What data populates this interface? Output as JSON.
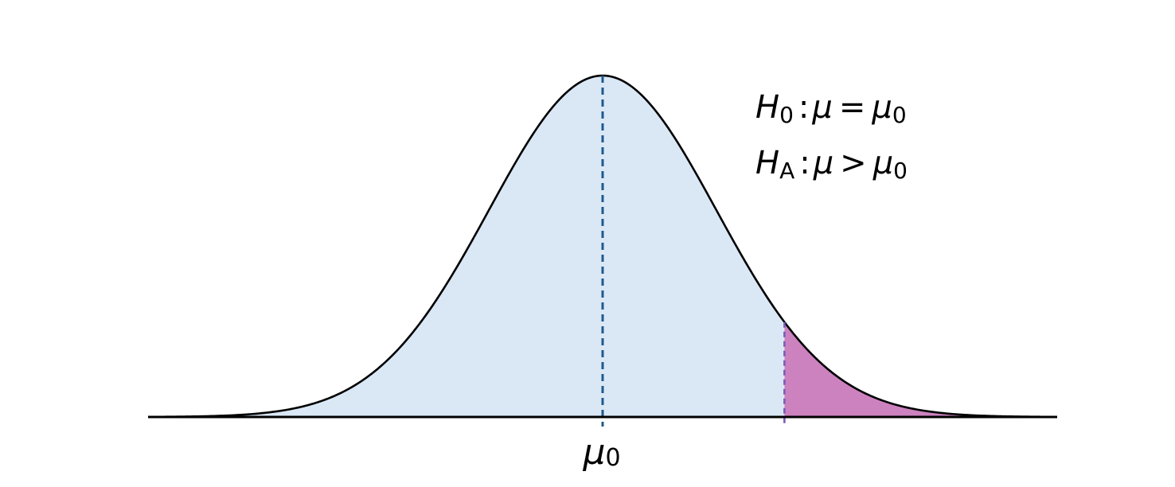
{
  "diagram": {
    "type": "normal-distribution-right-tailed-test",
    "null_mean_label": {
      "symbol": "μ",
      "subscript": "0"
    },
    "hypotheses": {
      "null": {
        "H": "H",
        "H_sub": "0",
        "colon": ":",
        "mu": "μ",
        "relation": "=",
        "mu0": "μ",
        "mu0_sub": "0"
      },
      "alternative": {
        "H": "H",
        "H_sub": "A",
        "colon": ":",
        "mu": "μ",
        "relation": ">",
        "mu0": "μ",
        "mu0_sub": "0"
      }
    },
    "critical_value_sd": 1.6,
    "domain_sd": [
      -4,
      4
    ],
    "colors": {
      "curve": "#000000",
      "body_fill": "#dae8f6",
      "tail_fill": "#cd82c0",
      "mean_line": "#1f5a8e",
      "critical_line": "#7b5cb8",
      "axis": "#000000"
    }
  }
}
